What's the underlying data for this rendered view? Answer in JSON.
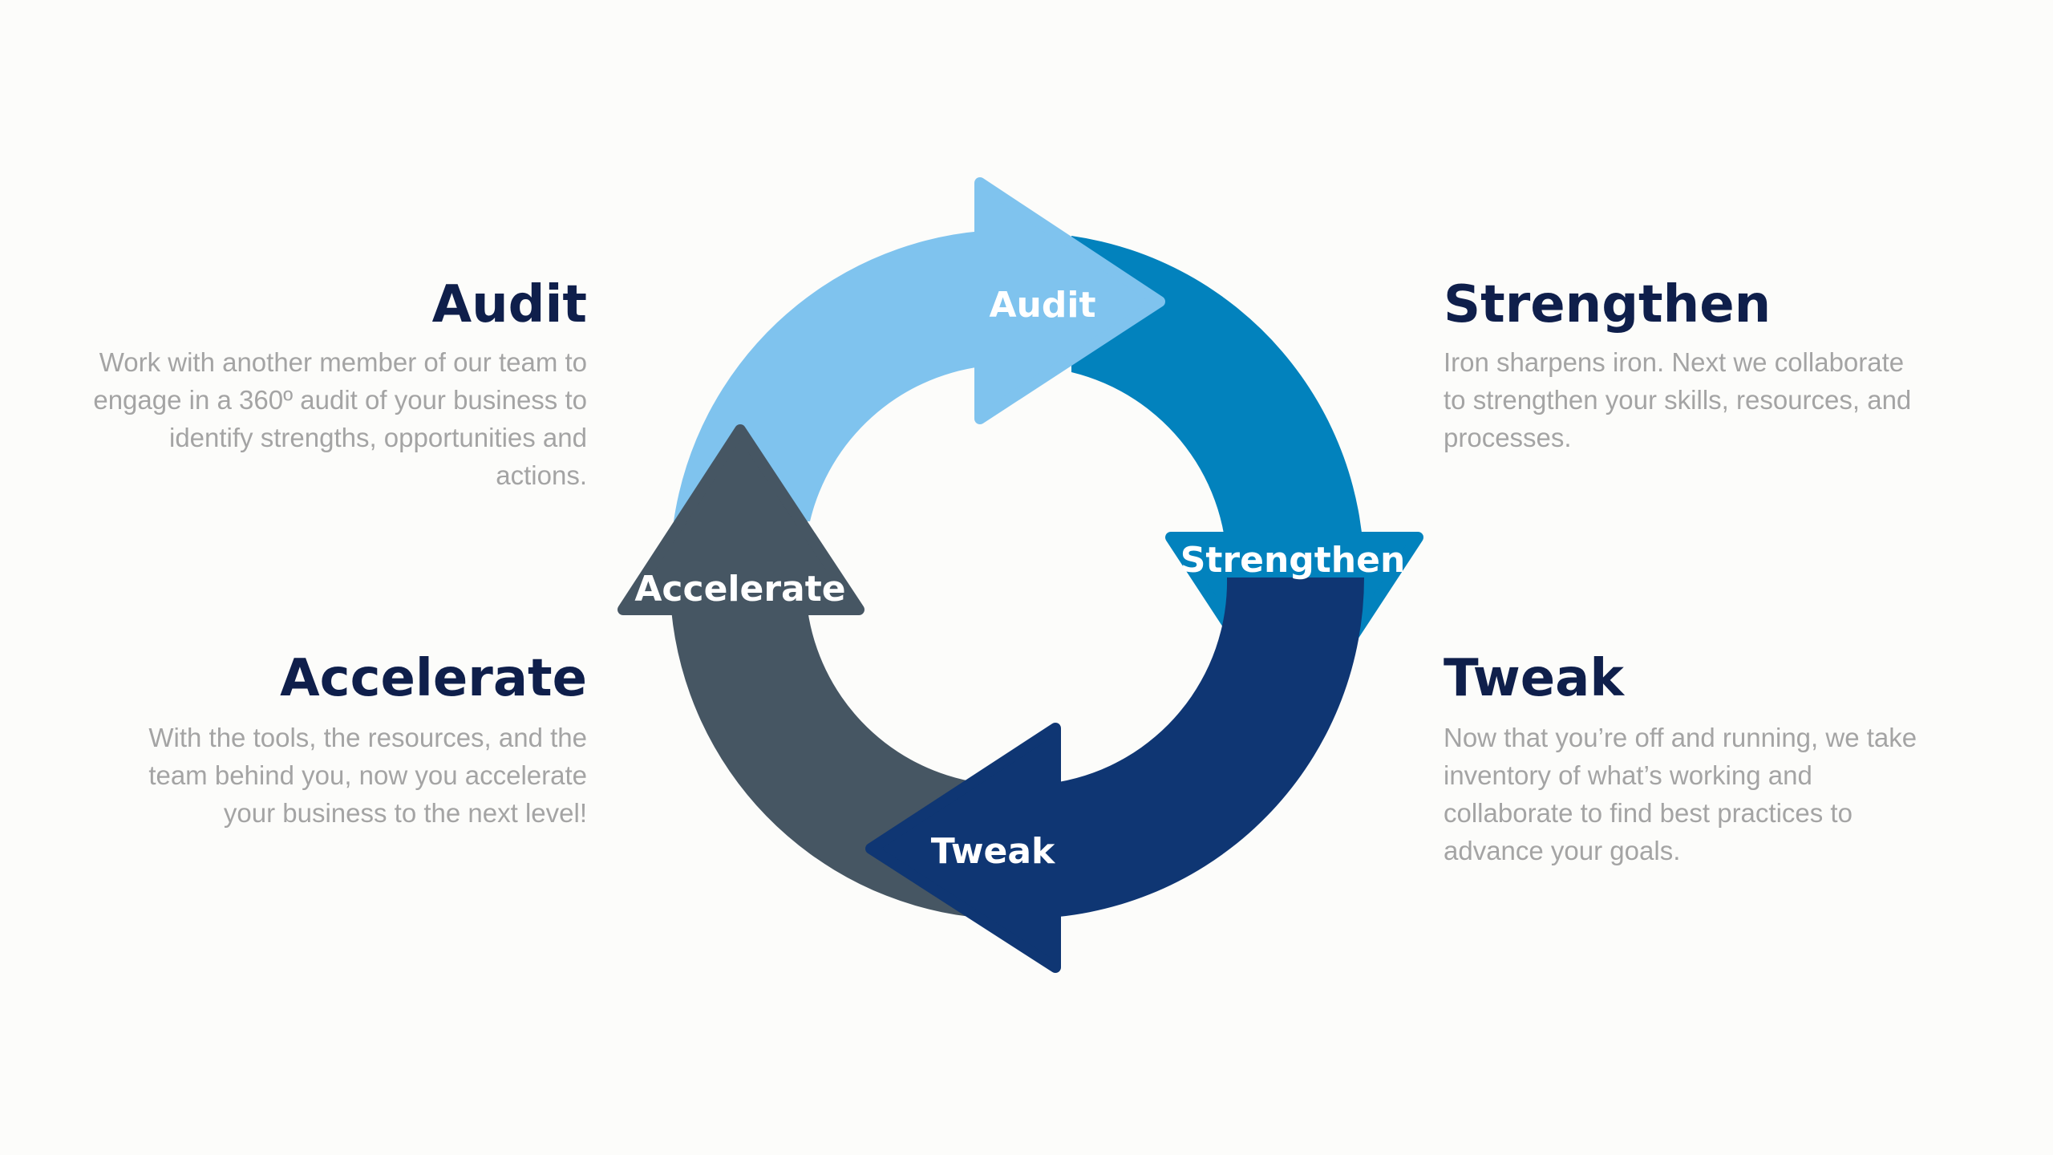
{
  "steps": [
    {
      "title": "Audit",
      "label": "Audit",
      "description": "Work with another member of our team to engage in a 360º audit of your business to identify strengths, opportunities and actions.",
      "color": "#7fc3ee"
    },
    {
      "title": "Strengthen",
      "label": "Strengthen",
      "description": "Iron sharpens iron. Next we collaborate to strengthen your skills, resources, and processes.",
      "color": "#0282bd"
    },
    {
      "title": "Tweak",
      "label": "Tweak",
      "description": "Now that you’re off and running, we take inventory of what’s working and collaborate to find best practices to advance your goals.",
      "color": "#0f3673"
    },
    {
      "title": "Accelerate",
      "label": "Accelerate",
      "description": "With the tools, the resources, and the team behind you, now you accelerate your business to the next level!",
      "color": "#465663"
    }
  ],
  "colors": {
    "heading": "#0f1f4b",
    "body_text": "#a4a4a4",
    "background": "#fcfcfa"
  }
}
